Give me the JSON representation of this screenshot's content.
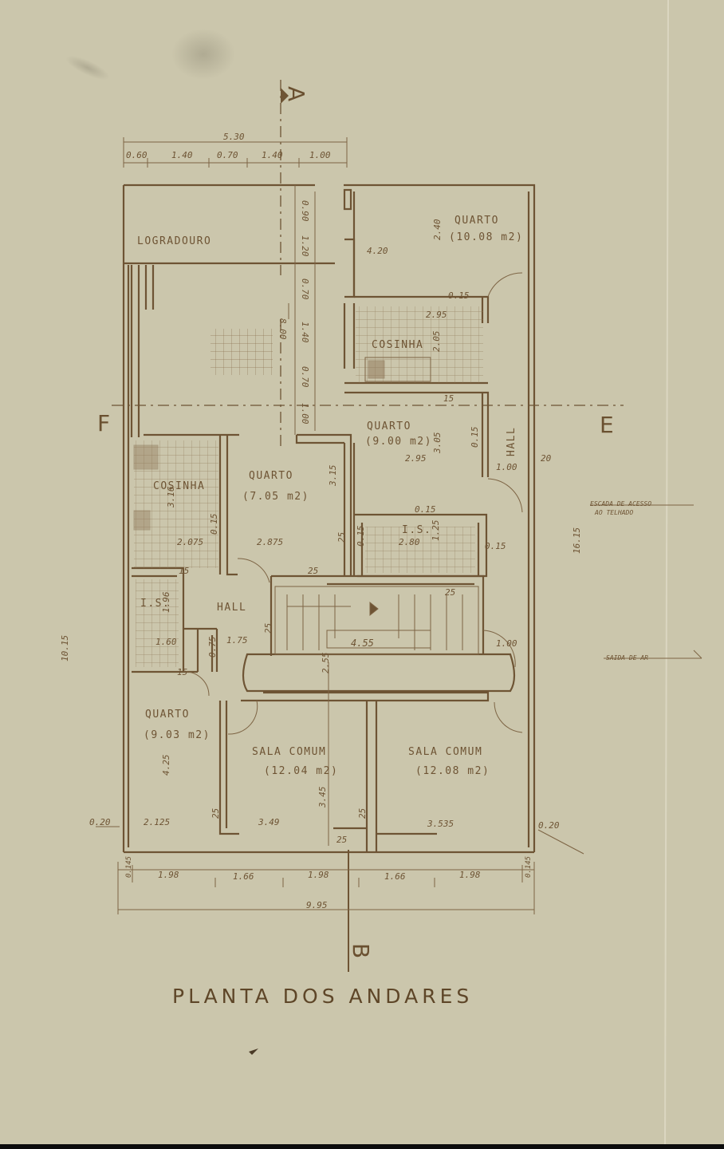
{
  "title": "PLANTA DOS ANDARES",
  "section_marks": {
    "a": "A",
    "b": "B",
    "e": "E",
    "f": "F"
  },
  "rooms": {
    "logradouro": "LOGRADOURO",
    "quarto_top": "QUARTO",
    "quarto_top_area": "(10.08 m2)",
    "cosinha_right": "COSINHA",
    "quarto_mid_right": "QUARTO",
    "quarto_mid_right_area": "(9.00 m2)",
    "hall_right": "HALL",
    "cosinha_left": "COSINHA",
    "quarto_mid_left": "QUARTO",
    "quarto_mid_left_area": "(7.05 m2)",
    "ts_right": "I.S.",
    "ts_left": "I.S.",
    "hall_left": "HALL",
    "quarto_bottom_left": "QUARTO",
    "quarto_bottom_left_area": "(9.03 m2)",
    "sala_left": "SALA COMUM",
    "sala_left_area": "(12.04 m2)",
    "sala_right": "SALA COMUM",
    "sala_right_area": "(12.08 m2)"
  },
  "annotations": {
    "escada_1": "ESCADA DE ACESSO",
    "escada_2": "AO TELHADO",
    "saida": "SAIDA DE AR"
  },
  "dimensions": {
    "top_total": "5.30",
    "top": [
      "0.60",
      "1.40",
      "0.70",
      "1.40",
      "1.00"
    ],
    "bottom": [
      "1.98",
      "1.66",
      "1.98",
      "1.66",
      "1.98"
    ],
    "bottom_total": "9.95",
    "corner_left": "0.145",
    "corner_right": "0.145",
    "side_left": "10.15",
    "side_right": "16.15",
    "vertical_center": [
      "0.90",
      "1.20",
      "0.70",
      "1.40",
      "0.70",
      "1.00"
    ],
    "total_800": "8.00",
    "d_420": "4.20",
    "d_240": "2.40",
    "d_015a": "0.15",
    "d_295a": "2.95",
    "d_205": "2.05",
    "d_15a": "15",
    "d_295b": "2.95",
    "d_305": "3.05",
    "d_015b": "0.15",
    "d_100a": "1.00",
    "d_20": "20",
    "d_015c": "0.15",
    "d_015d": "0.15",
    "d_280": "2.80",
    "d_125": "1.25",
    "d_015e": "0.15",
    "d_315": "3.15",
    "d_2875": "2.875",
    "d_2075": "2.075",
    "d_015f": "0.15",
    "d_316": "3.16",
    "d_15b": "15",
    "d_25a": "25",
    "d_25b": "25",
    "d_196": "1.96",
    "d_160": "1.60",
    "d_075": "0.75",
    "d_175": "1.75",
    "d_15c": "15",
    "d_455": "4.55",
    "d_255": "2.55",
    "d_25c": "25",
    "d_100b": "1.00",
    "d_25d": "25",
    "d_425": "4.25",
    "d_345": "3.45",
    "d_020a": "0.20",
    "d_2125": "2.125",
    "d_25e": "25",
    "d_349": "3.49",
    "d_25f": "25",
    "d_25g": "25",
    "d_3535": "3.535",
    "d_020b": "0.20"
  }
}
